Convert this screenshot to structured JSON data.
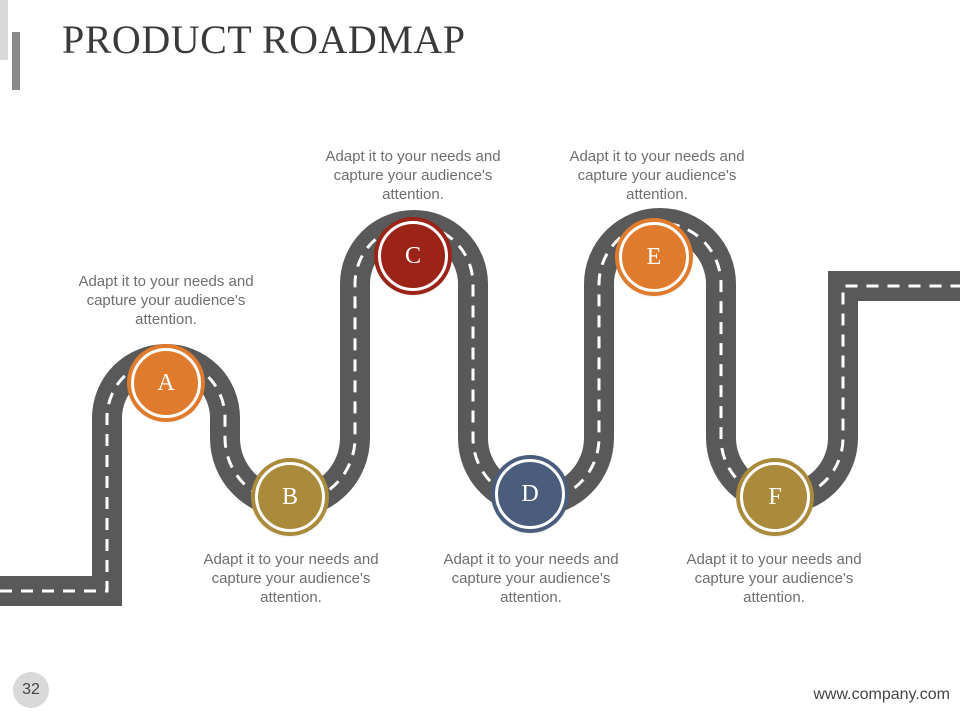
{
  "slide": {
    "title": "PRODUCT ROADMAP",
    "page_number": "32",
    "footer_url": "www.company.com"
  },
  "colors": {
    "road": "#595959",
    "lane_marking": "#ffffff",
    "a": "#e07b2e",
    "b": "#a98b3b",
    "c": "#9b2317",
    "d": "#4b5d7d",
    "e": "#e07b2e",
    "f": "#a98b3b"
  },
  "milestones": [
    {
      "letter": "A",
      "caption": "Adapt it to your needs and capture your audience's attention."
    },
    {
      "letter": "B",
      "caption": "Adapt it to your needs and capture your audience's attention."
    },
    {
      "letter": "C",
      "caption": "Adapt it to your needs and capture your audience's attention."
    },
    {
      "letter": "D",
      "caption": "Adapt it to your needs and capture your audience's attention."
    },
    {
      "letter": "E",
      "caption": "Adapt it to your needs and capture your audience's attention."
    },
    {
      "letter": "F",
      "caption": "Adapt it to your needs and capture your audience's attention."
    }
  ]
}
